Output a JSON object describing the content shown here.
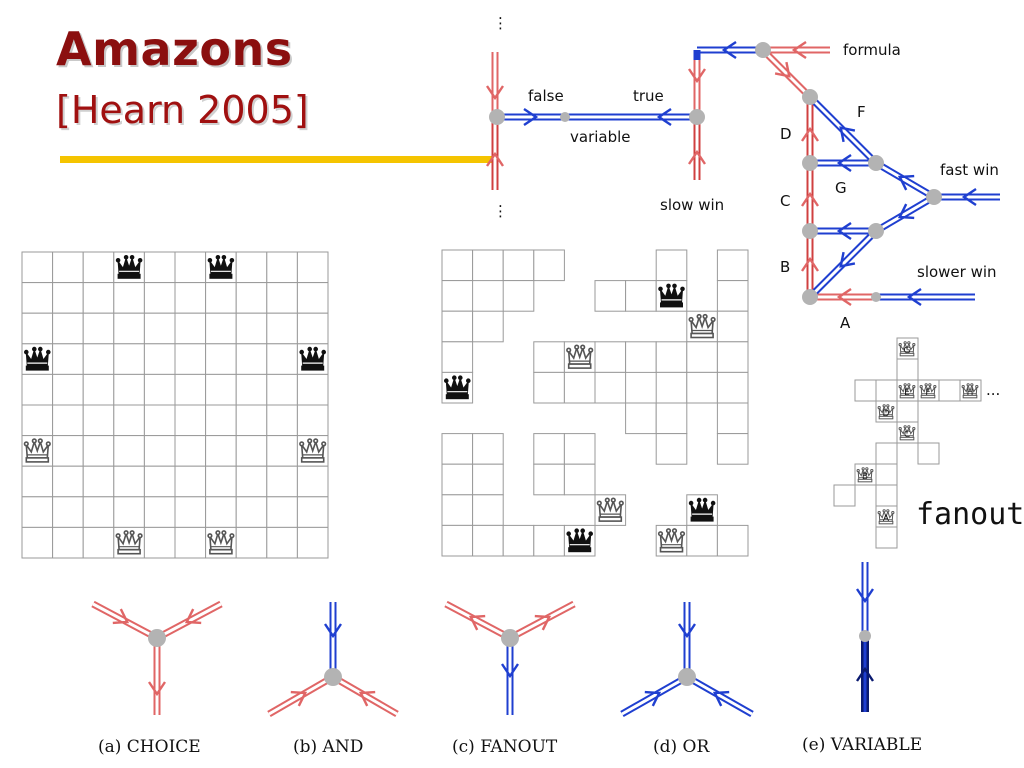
{
  "slide": {
    "title": "Amazons",
    "subtitle": "[Hearn 2005]"
  },
  "gadget": {
    "labels": {
      "false": "false",
      "true": "true",
      "variable": "variable",
      "slow_win": "slow win",
      "formula": "formula",
      "fast_win": "fast win",
      "slower_win": "slower win",
      "A": "A",
      "B": "B",
      "C": "C",
      "D": "D",
      "F": "F",
      "G": "G"
    },
    "ellipsis_top": "⋮",
    "ellipsis_bottom": "⋮"
  },
  "fanout_board": {
    "label": "fanout",
    "queens": [
      "G",
      "E",
      "F",
      "H",
      "D",
      "C",
      "B",
      "A"
    ],
    "ellipsis": "..."
  },
  "captions": {
    "a": "(a) CHOICE",
    "b": "(b) AND",
    "c": "(c) FANOUT",
    "d": "(d) OR",
    "e": "(e) VARIABLE"
  },
  "colors": {
    "title": "#8b0f0f",
    "rule": "#f5c400",
    "red_edge": "#e06666",
    "blue_edge": "#1f3fd0",
    "node": "#b3b3b3"
  }
}
